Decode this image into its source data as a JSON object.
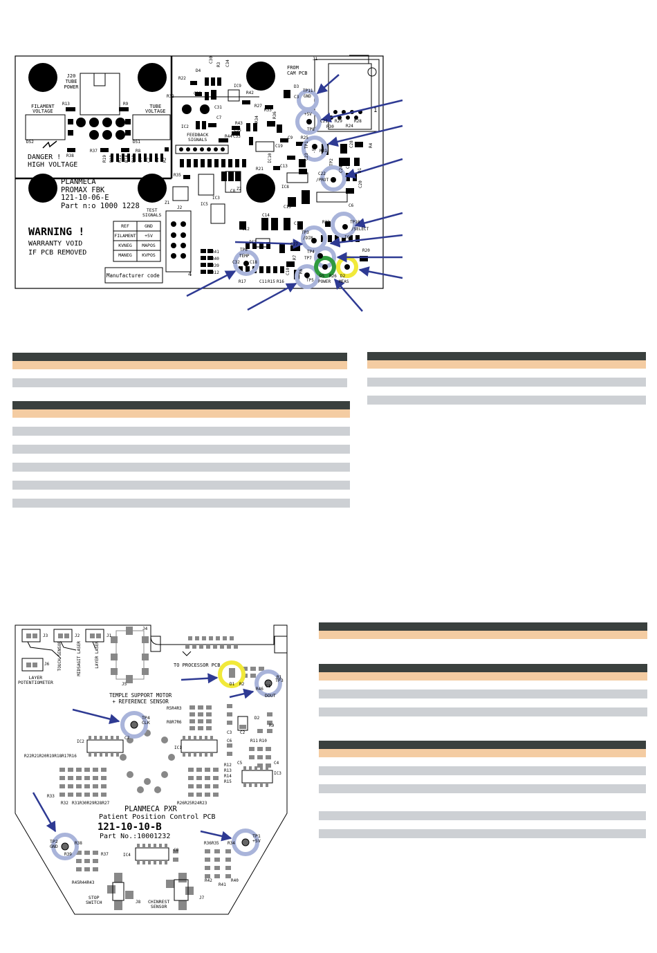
{
  "pcb1": {
    "connector_j20": "J20",
    "tube_power": [
      "TUBE",
      "POWER"
    ],
    "filament_voltage": [
      "FILAMENT",
      "VOLTAGE"
    ],
    "tube_voltage": [
      "TUBE",
      "VOLTAGE"
    ],
    "from_cam": [
      "FROM",
      "CAM PCB"
    ],
    "danger": [
      "DANGER !",
      "HIGH VOLTAGE"
    ],
    "brand": "PLANMECA",
    "product": "PROMAX FBK",
    "code": "121-10-06-E",
    "part": "Part n:o 1000 1228",
    "warning_title": "WARNING !",
    "warning_lines": [
      "WARRANTY VOID",
      "IF PCB REMOVED"
    ],
    "test_signals_label": [
      "TEST",
      "SIGNALS"
    ],
    "feedback_signals": [
      "FEEDBACK",
      "SIGNALS"
    ],
    "signal_table": [
      [
        "REF",
        "GND"
      ],
      [
        "FILAMENT",
        "+5V"
      ],
      [
        "KVNEG",
        "MAPOS"
      ],
      [
        "MANEG",
        "KVPOS"
      ]
    ],
    "manufacturer_code": "Manufacturer code",
    "components": [
      "J1",
      "D4",
      "C30",
      "R3",
      "C34",
      "R22",
      "R32",
      "C29",
      "IC9",
      "R42",
      "D3",
      "C3",
      "TP11",
      "GND",
      "R13",
      "R9",
      "C31",
      "R27",
      "R33",
      "IC2",
      "C7",
      "R43",
      "C35",
      "R34",
      "R36",
      "+5V",
      "TP8",
      "C21",
      "R29",
      "R30",
      "R24",
      "R28",
      "DS2",
      "DS1",
      "R38",
      "R37",
      "R8",
      "R44",
      "C33",
      "R25",
      "C9",
      "C19",
      "R31",
      "-5V",
      "TP1",
      "C23",
      "C28",
      "R4",
      "R19",
      "R18",
      "R11",
      "R14",
      "R10",
      "C4",
      "C2",
      "C1",
      "R2",
      "C13",
      "IC10",
      "R21",
      "TP2",
      "C22",
      "/PROT",
      "C24",
      "D1",
      "C25",
      "IC8",
      "C20",
      "R35",
      "J2",
      "IC5",
      "IC3",
      "C8",
      "Z2",
      "Z1",
      "C6",
      "C14",
      "C15",
      "C12",
      "C16",
      "C27",
      "IC7",
      "TP3",
      "/DIN",
      "TP10",
      "/SELECT",
      "R23",
      "IC1",
      "R41",
      "R40",
      "R39",
      "R12",
      "TP6",
      "TEMP",
      "C32",
      "C18",
      "R17",
      "C11",
      "R15",
      "R16",
      "C10",
      "R7",
      "R6",
      "TP4",
      "TP7",
      "TP5",
      "D5",
      "R26",
      "D2",
      "POWER",
      "MEAS",
      "R20",
      "1",
      "4"
    ]
  },
  "pcb2": {
    "connectors": [
      "J3",
      "J2",
      "J1",
      "J4",
      "J6",
      "J5",
      "J8",
      "J7"
    ],
    "touch_sensor": [
      "TOUCH",
      "SENSOR"
    ],
    "midsagit_laser": [
      "MIDSAGIT",
      "LASER"
    ],
    "layer_laser": [
      "LAYER",
      "LASER"
    ],
    "layer_potentiometer": [
      "LAYER",
      "POTENTIOMETER"
    ],
    "to_processor": "TO PROCESSOR PCB",
    "temple_motor": [
      "TEMPLE SUPPORT MOTOR",
      "+ REFERENCE SENSOR"
    ],
    "brand": "PLANMECA PXR",
    "title": "Patient Position Control PCB",
    "code": "121-10-10-B",
    "part": "Part No.:10001232",
    "stop_switch": [
      "STOP",
      "SWITCH"
    ],
    "chinrest_sensor": [
      "CHINREST",
      "SENSOR"
    ],
    "test_points": [
      {
        "id": "TP4",
        "label": "CLK"
      },
      {
        "id": "TP3",
        "label": "DOUT"
      },
      {
        "id": "TP2",
        "label": "GND"
      },
      {
        "id": "TP1",
        "label": "+5V"
      }
    ],
    "components": [
      "D1",
      "R2",
      "R1",
      "R46",
      "C1",
      "R5R4R3",
      "R8R7R6",
      "D2",
      "C3",
      "C2",
      "R9",
      "IC2",
      "C7",
      "IC1",
      "C6",
      "R11",
      "R10",
      "C5",
      "C4",
      "R12",
      "R13",
      "R14",
      "R15",
      "IC3",
      "R22R21R20R19R18R17R16",
      "R33",
      "R32",
      "R31R30R29R28R27",
      "R26R25R24R23",
      "R38",
      "R39",
      "R37",
      "IC4",
      "C8",
      "R36R35",
      "R34",
      "R45R44R43",
      "R42",
      "R41",
      "R40"
    ]
  },
  "tables": {
    "top_left_a": {
      "rows": 1
    },
    "top_left_b": {
      "rows": 5
    },
    "top_right": {
      "rows": 2
    },
    "bottom_a": {
      "rows": 0
    },
    "bottom_b": {
      "rows": 2
    },
    "bottom_c": {
      "rows": 4
    }
  },
  "colors": {
    "header": "#3a403e",
    "subheader": "#f4cca2",
    "row": "#cdd0d4",
    "arrow": "#2e3a93",
    "testpoint_ring": "#a9b4da",
    "power_ring_green": "#2f9a3f",
    "meas_ring_yellow": "#f1e93a"
  }
}
